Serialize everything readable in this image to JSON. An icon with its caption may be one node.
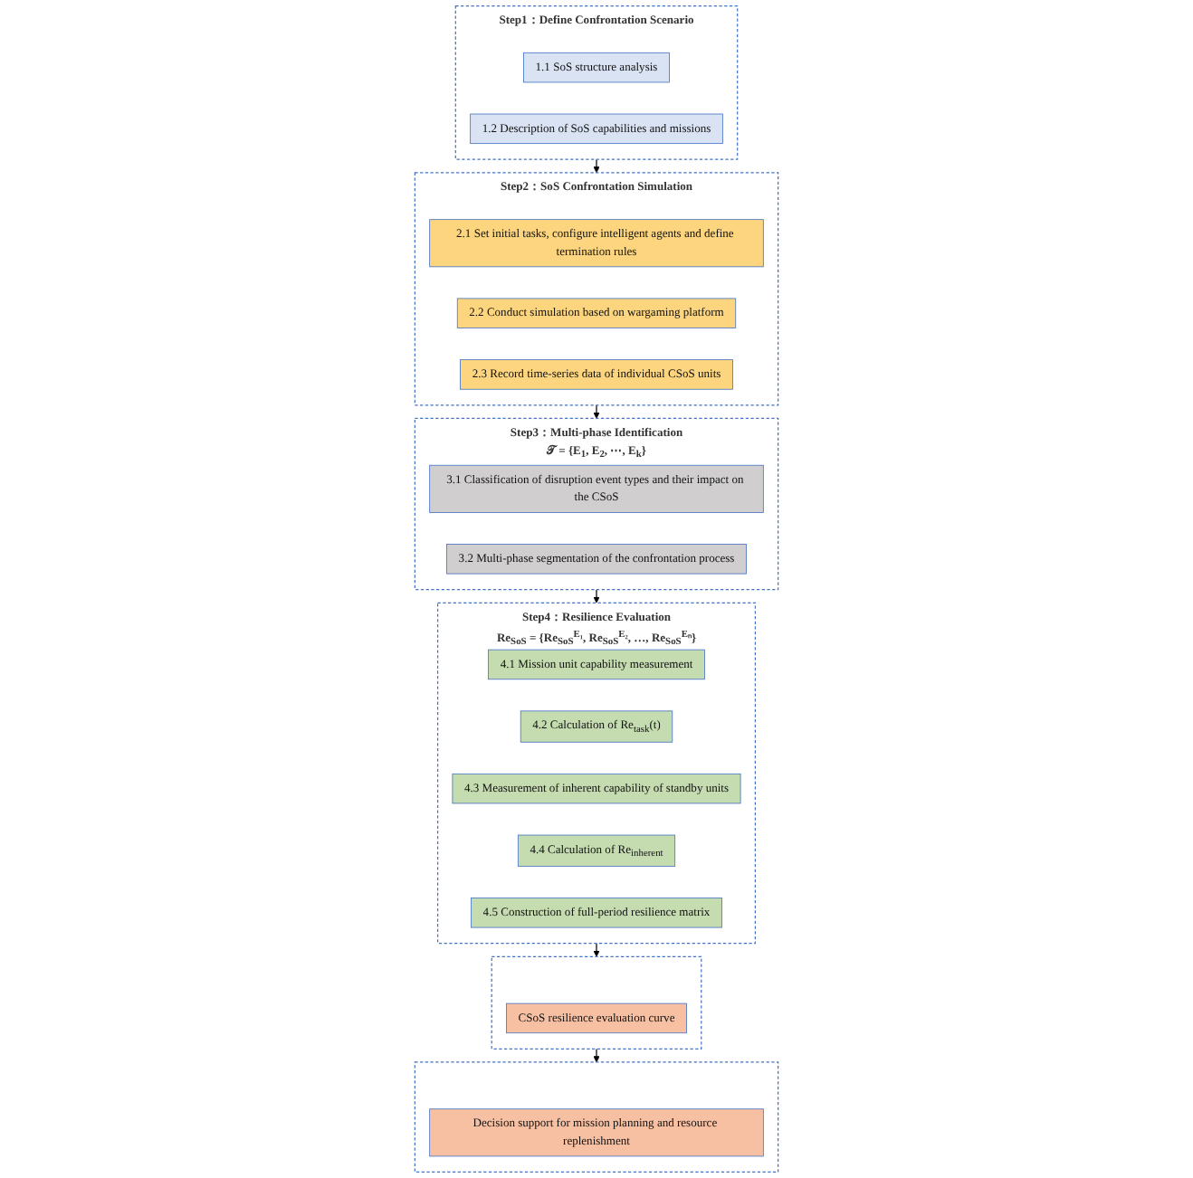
{
  "diagram": {
    "nodes": [
      {
        "text": [
          "Step1：Define Confrontation Scenario"
        ]
      },
      {
        "text": [
          "1.1 SoS structure analysis"
        ],
        "in": 0
      },
      {
        "text": [
          "1.2 Description of SoS capabilities and missions"
        ],
        "in": 0
      },
      {
        "text": [
          "Step2：SoS Confrontation Simulation"
        ]
      },
      {
        "text": [
          "2.1 Set initial tasks, configure intelligent agents and define termination rules"
        ],
        "in": 3
      },
      {
        "text": [
          "2.2 Conduct simulation based on wargaming platform"
        ],
        "in": 3
      },
      {
        "text": [
          "2.3 Record time-series data of individual CSoS units"
        ],
        "in": 3
      },
      {
        "text": [
          "Step3：Multi-phase Identification",
          "𝒯 = {E$_{1}$, E$_{2}$, ⋯, E$_{k}$}"
        ]
      },
      {
        "text": [
          "3.1 Classification of disruption event types and their impact on the CSoS"
        ],
        "in": 7
      },
      {
        "text": [
          "3.2 Multi-phase segmentation of the confrontation process"
        ],
        "in": 7
      },
      {
        "text": [
          "Step4：Resilience Evaluation",
          "Re$_{SoS}$ = {Re$_{SoS}$$^{E₁}$, Re$_{SoS}$$^{E₂}$, …, Re$_{SoS}$$^{Eₙ}$}"
        ]
      },
      {
        "text": [
          "4.1 Mission unit capability measurement"
        ],
        "in": 10
      },
      {
        "text": [
          "4.2 Calculation of Re$_{task}$(t)"
        ],
        "in": 10
      },
      {
        "text": [
          "4.3 Measurement of inherent capability of standby units"
        ],
        "in": 10
      },
      {
        "text": [
          "4.4 Calculation of Re$_{inherent}$"
        ],
        "in": 10
      },
      {
        "text": [
          "4.5 Construction of full-period resilience matrix"
        ],
        "in": 10
      },
      {
        "text": [],
        "shape": "box"
      },
      {
        "text": [
          "CSoS resilience evaluation curve"
        ],
        "in": 16
      },
      {
        "text": [],
        "shape": "box"
      },
      {
        "text": [
          "Decision support for mission planning and resource replenishment"
        ],
        "in": 18
      }
    ],
    "edges": [
      {
        "from": 0,
        "to": 3,
        "arrow": "to"
      },
      {
        "from": 3,
        "to": 7,
        "arrow": "to"
      },
      {
        "from": 7,
        "to": 10,
        "arrow": "to"
      },
      {
        "from": 10,
        "to": 16,
        "arrow": "to"
      },
      {
        "from": 16,
        "to": 18,
        "arrow": "to"
      }
    ]
  }
}
